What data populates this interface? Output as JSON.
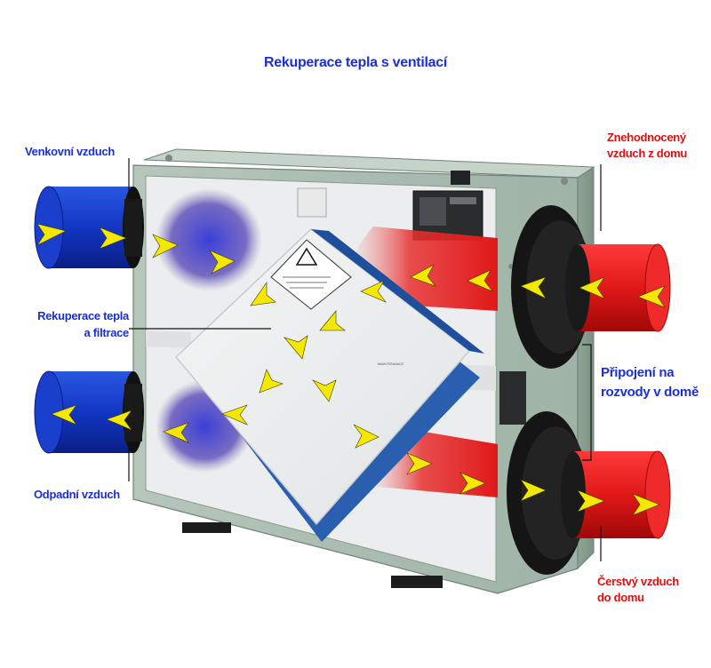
{
  "title": "Rekuperace tepla s ventilací",
  "labels": {
    "outdoor_air": "Venkovní vzduch",
    "exhaust_air": "Odpadní vzduch",
    "heat_recovery_line1": "Rekuperace tepla",
    "heat_recovery_line2": "a filtrace",
    "stale_air_line1": "Znehodnocený",
    "stale_air_line2": "vzduch z domu",
    "connection_line1": "Připojení na",
    "connection_line2": "rozvody v domě",
    "fresh_air_line1": "Čerstvý vzduch",
    "fresh_air_line2": "do domu",
    "core_sticker": "MAINTENANCE"
  },
  "colors": {
    "title": "#1a2fd6",
    "blue_labels": "#1a2fd6",
    "red_labels": "#e01010",
    "cold_duct": "#1030b8",
    "warm_duct": "#e01818",
    "arrow": "#f4e800",
    "housing": "#a9bcb0"
  }
}
